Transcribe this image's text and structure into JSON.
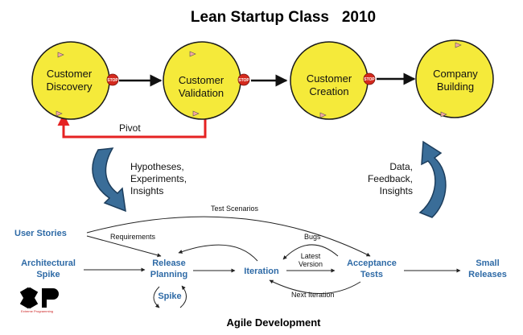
{
  "title": "Lean Startup Class   2010",
  "customer_steps": [
    {
      "line1": "Customer",
      "line2": "Discovery"
    },
    {
      "line1": "Customer",
      "line2": "Validation"
    },
    {
      "line1": "Customer",
      "line2": "Creation"
    },
    {
      "line1": "Company",
      "line2": "Building"
    }
  ],
  "stop_label": "STOP",
  "pivot_label": "Pivot",
  "left_note": [
    "Hypotheses,",
    "Experiments,",
    "Insights"
  ],
  "right_note": [
    "Data,",
    "Feedback,",
    "Insights"
  ],
  "agile": {
    "user_stories": "User Stories",
    "architectural_spike": [
      "Architectural",
      "Spike"
    ],
    "release_planning": [
      "Release",
      "Planning"
    ],
    "spike": "Spike",
    "iteration": "Iteration",
    "acceptance_tests": [
      "Acceptance",
      "Tests"
    ],
    "small_releases": [
      "Small",
      "Releases"
    ],
    "test_scenarios": "Test Scenarios",
    "requirements": "Requirements",
    "bugs": "Bugs",
    "latest_version": [
      "Latest",
      "Version"
    ],
    "next_iteration": "Next Iteration"
  },
  "logo": {
    "mark": "XP",
    "caption": "Extreme Programming"
  },
  "footer": "Agile Development",
  "colors": {
    "node_fill": "#f5ea3a",
    "stop": "#d42a1e",
    "pivot": "#e52222",
    "big_arrow": "#3a6d98",
    "agile_text": "#2e6aa6"
  }
}
